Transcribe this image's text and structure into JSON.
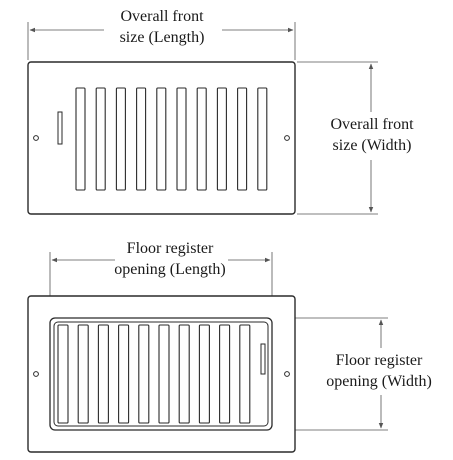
{
  "diagram": {
    "overall_front_length": {
      "line1": "Overall front",
      "line2": "size (Length)"
    },
    "overall_front_width": {
      "line1": "Overall front",
      "line2": "size (Width)"
    },
    "register_opening_length": {
      "line1": "Floor register",
      "line2": "opening (Length)"
    },
    "register_opening_width": {
      "line1": "Floor register",
      "line2": "opening (Width)"
    },
    "colors": {
      "stroke": "#2a2a2a",
      "dimension": "#555555",
      "background": "#ffffff"
    }
  }
}
